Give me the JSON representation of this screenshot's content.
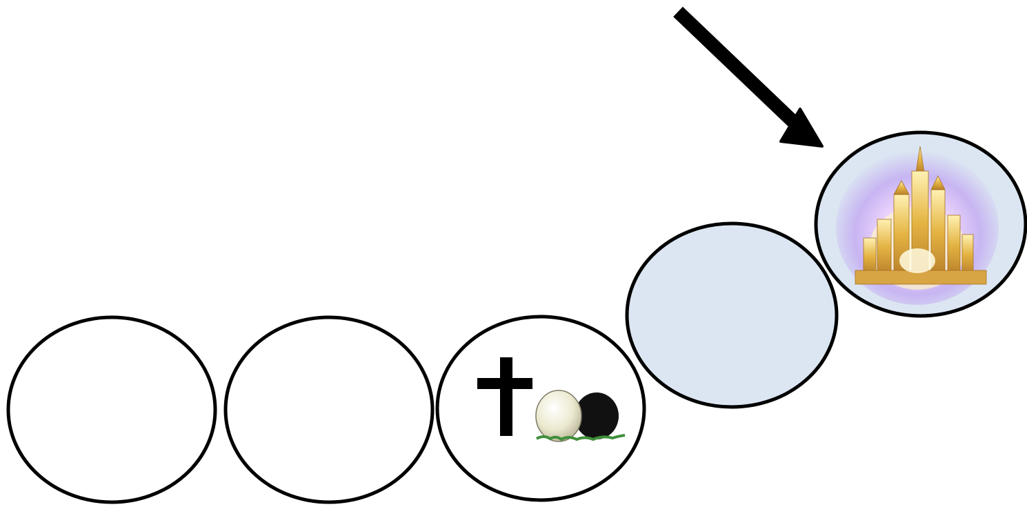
{
  "diagram": {
    "steps": [
      {
        "fill": "#ffffff",
        "icon": "none"
      },
      {
        "fill": "#ffffff",
        "icon": "none"
      },
      {
        "fill": "#ffffff",
        "icon": "cross-and-tomb-icon"
      },
      {
        "fill": "#dce6f2",
        "icon": "none"
      },
      {
        "fill": "#dce6f2",
        "icon": "golden-city-icon"
      }
    ],
    "arrow": {
      "icon": "arrow-down-right-icon",
      "color": "#000000"
    },
    "colors": {
      "outline": "#000000",
      "highlight_fill": "#dce6f2",
      "cross": "#000000",
      "stone": "#ece9cf",
      "tomb_opening": "#111111",
      "grass": "#3f8f3a",
      "city_gold": "#d9a63a",
      "city_glow": "#c9a9f0"
    }
  }
}
